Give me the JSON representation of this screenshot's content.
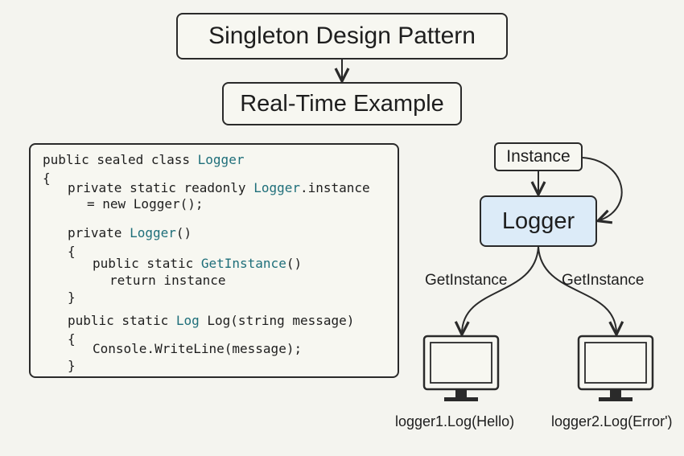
{
  "title": "Singleton Design Pattern",
  "subtitle": "Real-Time Example",
  "code": {
    "lines": [
      [
        "public sealed class ",
        {
          "t": "Logger",
          "type": true
        }
      ],
      [
        "{"
      ],
      [
        "private static readonly ",
        {
          "t": "Logger",
          "type": true
        },
        ".instance"
      ],
      [
        "= new Logger();"
      ],
      [
        "private ",
        {
          "t": "Logger",
          "type": true
        },
        "()"
      ],
      [
        "{"
      ],
      [
        "public static ",
        {
          "t": "GetInstance",
          "type": true
        },
        "()"
      ],
      [
        "return instance"
      ],
      [
        "}"
      ],
      [
        "public static ",
        {
          "t": "Log",
          "type": true
        },
        " Log(string message)"
      ],
      [
        "{"
      ],
      [
        "Console.WriteLine(message);"
      ],
      [
        "}"
      ]
    ]
  },
  "diagram": {
    "instance_label": "Instance",
    "logger_label": "Logger",
    "edge_left_label": "GetInstance",
    "edge_right_label": "GetInstance",
    "client_left_label": "logger1.Log(Hello)",
    "client_right_label": "logger2.Log(Error')"
  },
  "colors": {
    "type_highlight": "#1f6f7a",
    "logger_fill": "#dcebf8",
    "background": "#f4f4ef"
  }
}
